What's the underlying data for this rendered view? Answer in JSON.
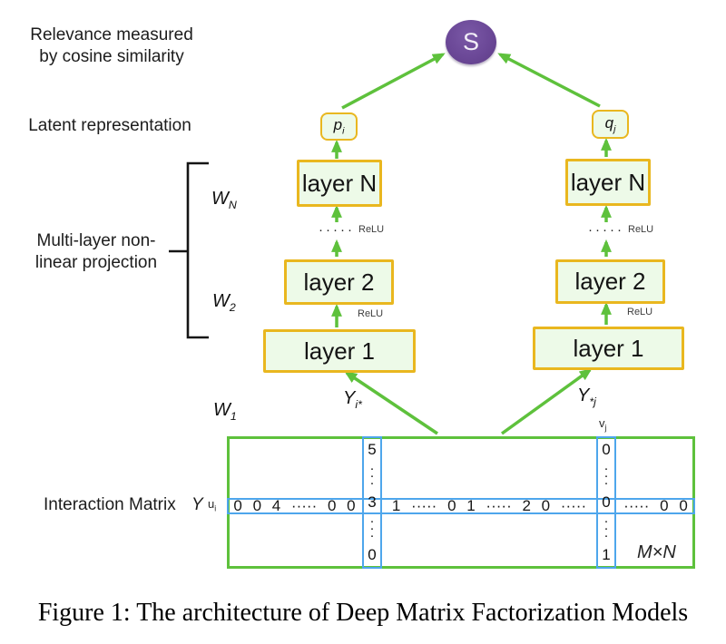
{
  "colors": {
    "green": "#5ec13c",
    "gold": "#e9b71f",
    "box-fill": "#edfae8",
    "blue": "#4ea6ec",
    "purple": "#6b4897",
    "ink": "#111111",
    "relu-gray": "#3d3d3d"
  },
  "annotations": {
    "relevance_line1": "Relevance measured",
    "relevance_line2": "by cosine similarity",
    "latent": "Latent representation",
    "projection_line1": "Multi-layer non-",
    "projection_line2": "linear projection",
    "interaction_matrix": "Interaction Matrix",
    "matrix_symbol": "Y",
    "relu": "ReLU",
    "dots": "·····"
  },
  "weights": {
    "wn": {
      "base": "W",
      "sub": "N"
    },
    "w2": {
      "base": "W",
      "sub": "2"
    },
    "w1": {
      "base": "W",
      "sub": "1"
    }
  },
  "vectors": {
    "y_row": {
      "base": "Y",
      "sub": "i*"
    },
    "y_col": {
      "base": "Y",
      "sub": "*j"
    },
    "u": {
      "base": "u",
      "sub": "i"
    },
    "v": {
      "base": "v",
      "sub": "j"
    },
    "p": {
      "base": "p",
      "sub": "i"
    },
    "q": {
      "base": "q",
      "sub": "j"
    }
  },
  "nodes": {
    "similarity": "S"
  },
  "layers": {
    "left": {
      "n": "layer N",
      "l2": "layer 2",
      "l1": "layer 1"
    },
    "right": {
      "n": "layer N",
      "l2": "layer 2",
      "l1": "layer 1"
    }
  },
  "matrix": {
    "row_left": "0 0 4 ····· 0 0",
    "row_mid": "1 ····· 0 1 ····· 2 0 ·····",
    "row_right": "····· 0 0",
    "col_left_top": "5",
    "col_left_center": "3",
    "col_left_bottom": "0",
    "col_right_top": "0",
    "col_right_center": "0",
    "col_right_bottom": "1",
    "dims": "M×N",
    "vdot": "·"
  },
  "caption": "Figure 1: The architecture of Deep Matrix Factorization Models"
}
